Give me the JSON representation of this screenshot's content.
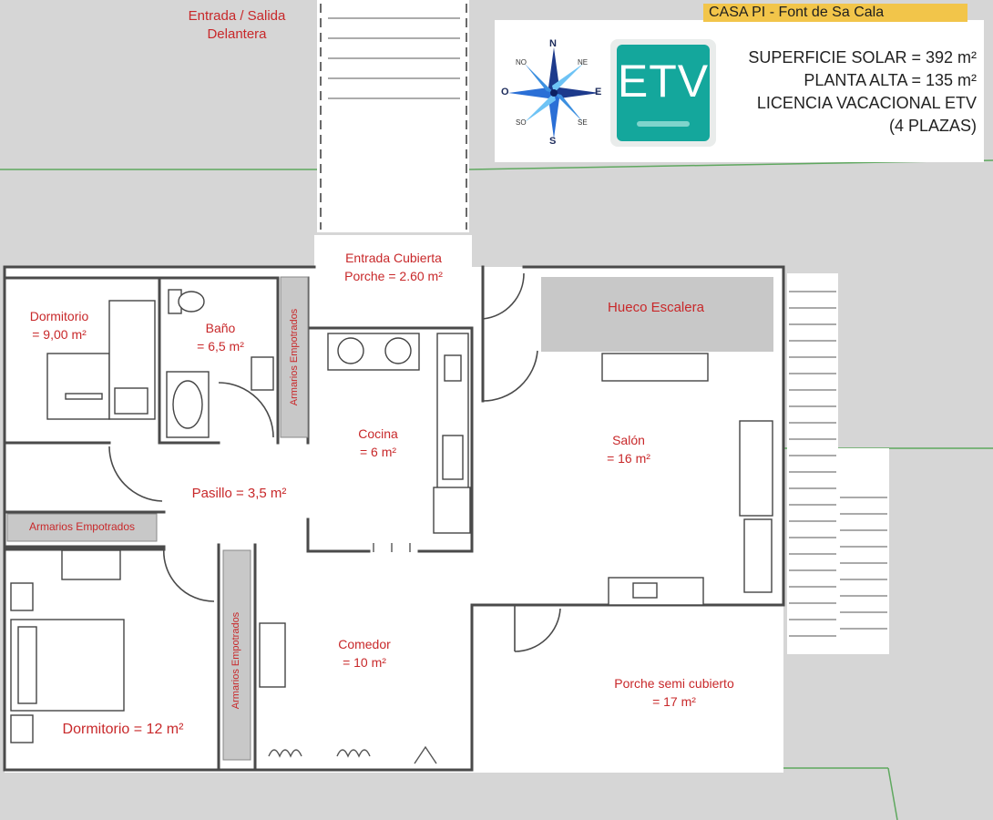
{
  "title": "CASA PI - Font de Sa Cala",
  "info": {
    "line1": "SUPERFICIE SOLAR = 392 m²",
    "line2": "PLANTA ALTA = 135 m²",
    "line3": "LICENCIA VACACIONAL ETV",
    "line4": "(4 PLAZAS)"
  },
  "badge": {
    "text": "ETV",
    "color": "#14a79c"
  },
  "compass": {
    "n": "N",
    "s": "S",
    "e": "E",
    "o": "O",
    "ne": "NE",
    "no": "NO",
    "se": "SE",
    "so": "SO"
  },
  "entrance": {
    "line1": "Entrada / Salida",
    "line2": "Delantera"
  },
  "rooms": {
    "entrada_cubierta": {
      "line1": "Entrada Cubierta",
      "line2": "Porche = 2.60 m²"
    },
    "dormitorio1": {
      "line1": "Dormitorio",
      "line2": "= 9,00 m²"
    },
    "bano": {
      "line1": "Baño",
      "line2": "= 6,5 m²"
    },
    "cocina": {
      "line1": "Cocina",
      "line2": "= 6 m²"
    },
    "hueco_escalera": "Hueco Escalera",
    "salon": {
      "line1": "Salón",
      "line2": "= 16 m²"
    },
    "pasillo": "Pasillo = 3,5 m²",
    "comedor": {
      "line1": "Comedor",
      "line2": "= 10 m²"
    },
    "porche": {
      "line1": "Porche semi cubierto",
      "line2": "= 17 m²"
    },
    "dormitorio2": "Dormitorio = 12 m²"
  },
  "closets": {
    "armarios_h": "Armarios Empotrados",
    "armarios_v1": "Armarios Empotrados",
    "armarios_v2": "Armarios Empotrados"
  },
  "colors": {
    "label_red": "#c8282a",
    "wall": "#4a4a4a",
    "closet": "#c8c8c8",
    "title_bar": "#f2c54a",
    "line_green": "#5fa85f"
  }
}
